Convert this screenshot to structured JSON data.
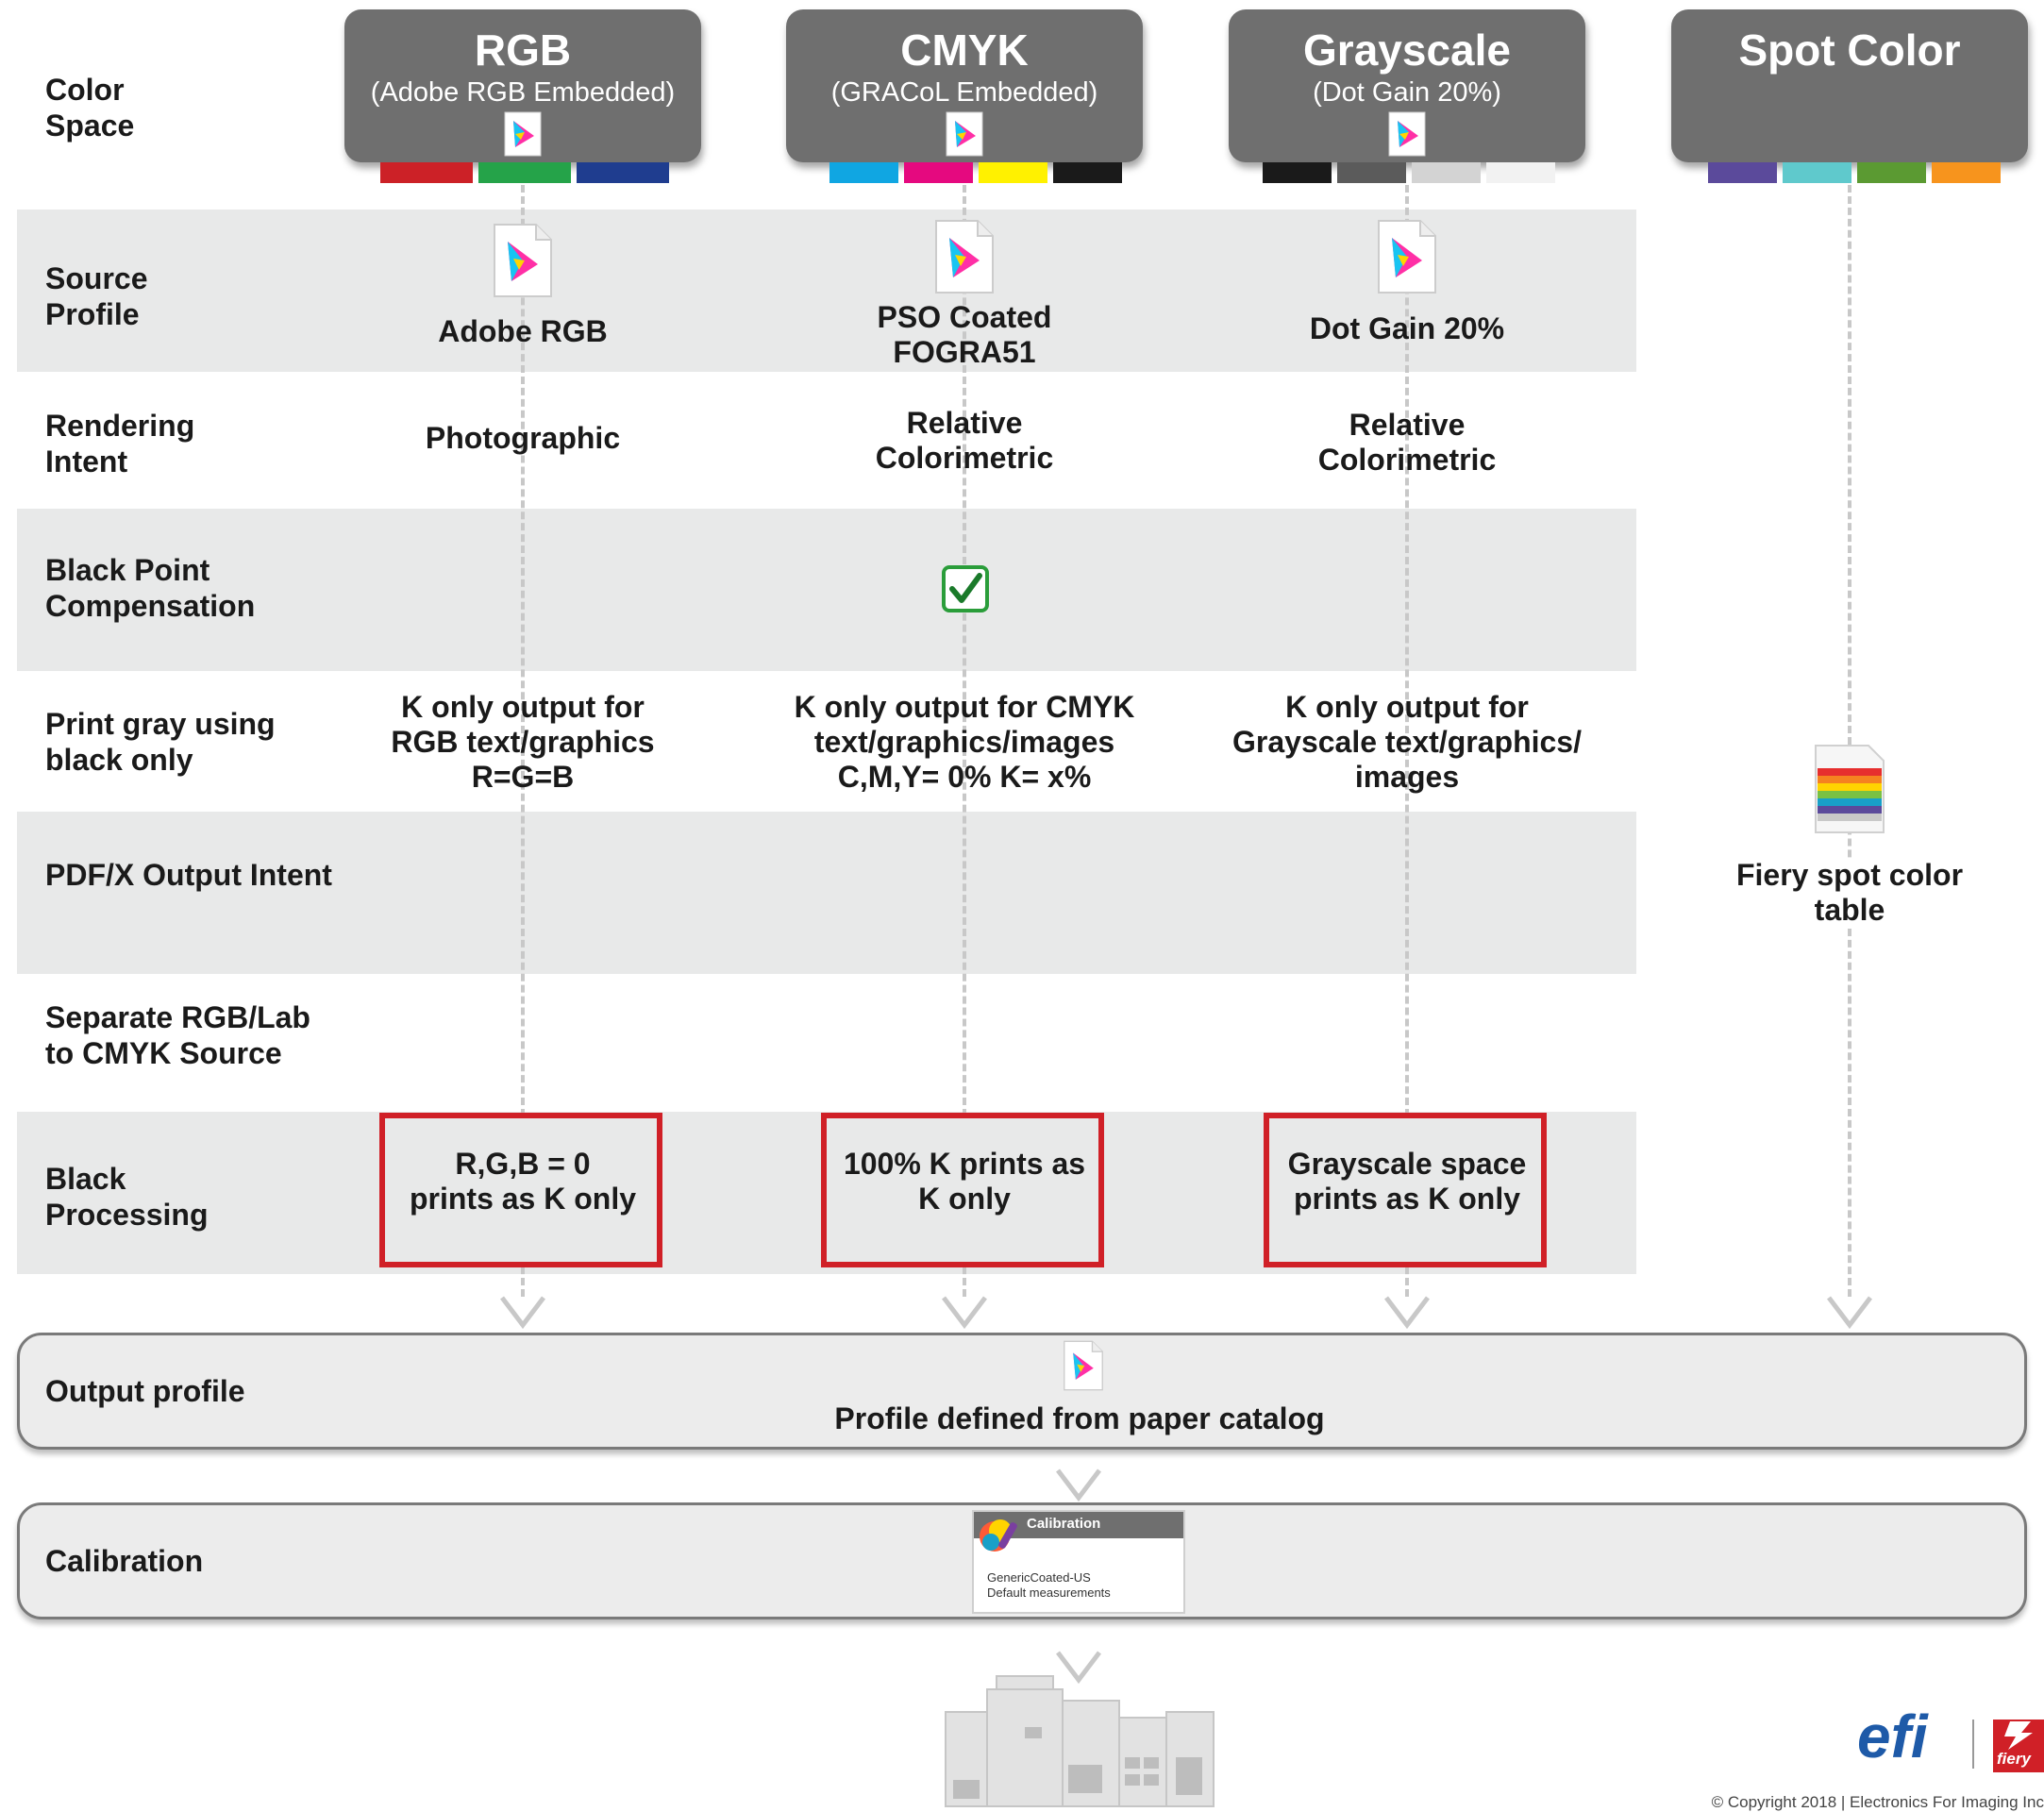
{
  "row_labels": {
    "color_space": "Color\nSpace",
    "source_profile": "Source\nProfile",
    "rendering_intent": "Rendering\nIntent",
    "black_point": "Black Point\nCompensation",
    "print_gray": "Print gray using\nblack only",
    "pdfx": "PDF/X Output Intent",
    "separate": "Separate RGB/Lab\nto CMYK Source",
    "black_processing": "Black\nProcessing"
  },
  "columns": [
    {
      "title": "RGB",
      "subtitle": "(Adobe RGB Embedded)",
      "swatches": [
        "#cc2127",
        "#25a349",
        "#1f3d8f"
      ],
      "source_profile": "Adobe RGB",
      "rendering_intent": "Photographic",
      "print_gray": "K only output for\nRGB text/graphics\nR=G=B",
      "black_processing": "R,G,B = 0\nprints as K only"
    },
    {
      "title": "CMYK",
      "subtitle": "(GRACoL Embedded)",
      "swatches": [
        "#10a6e2",
        "#e5097f",
        "#fff100",
        "#1a1a1a"
      ],
      "source_profile": "PSO Coated\nFOGRA51",
      "rendering_intent": "Relative\nColorimetric",
      "print_gray": "K only output for CMYK\ntext/graphics/images\nC,M,Y= 0%  K= x%",
      "black_processing": "100% K prints as\nK only"
    },
    {
      "title": "Grayscale",
      "subtitle": "(Dot Gain 20%)",
      "swatches": [
        "#1a1a1a",
        "#5b5b5b",
        "#b5b5b5",
        "#f2f2f2"
      ],
      "source_profile": "Dot Gain 20%",
      "rendering_intent": "Relative\nColorimetric",
      "print_gray": "K only output for\nGrayscale text/graphics/\nimages",
      "black_processing": "Grayscale space\nprints as K only"
    },
    {
      "title": "Spot Color",
      "swatches": [
        "#5b4a9b",
        "#5fc9cc",
        "#5b9a32",
        "#f7941d"
      ],
      "spot_table": "Fiery spot color\ntable"
    }
  ],
  "black_point_checked": true,
  "output_profile": {
    "label": "Output profile",
    "value": "Profile defined from paper catalog"
  },
  "calibration": {
    "label": "Calibration",
    "card_title": "Calibration",
    "card_line1": "GenericCoated-US",
    "card_line2": "Default measurements"
  },
  "footer": {
    "logo_efi": "efi",
    "logo_fiery": "fiery",
    "copyright": "© Copyright 2018 | Electronics For Imaging Inc"
  },
  "colors": {
    "header_gray": "#6f6f6f",
    "band_gray": "#e8e9e9",
    "red_box": "#d02027",
    "efi_blue": "#1e5aa8",
    "fiery_red": "#d02027"
  }
}
